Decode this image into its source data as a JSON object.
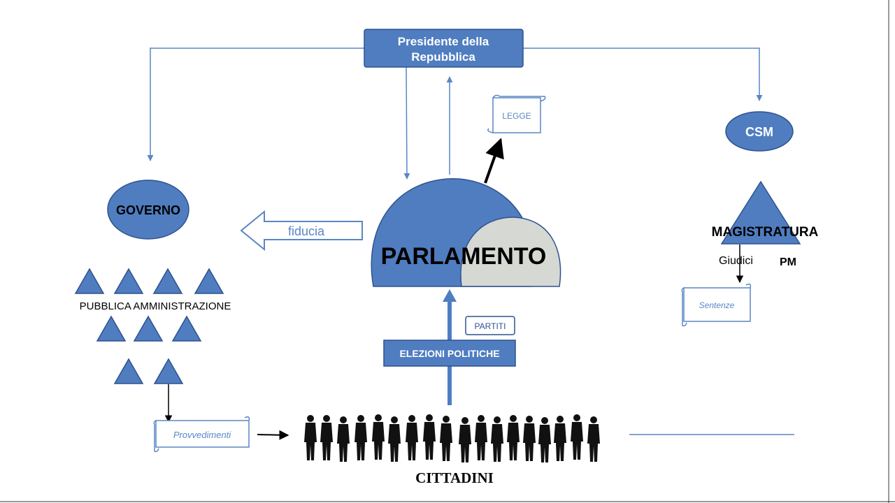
{
  "title": "Presidente della Repubblica",
  "legge": "LEGGE",
  "csm": "CSM",
  "governo": "GOVERNO",
  "fiducia": "fiducia",
  "parlamento": "PARLAMENTO",
  "magistratura": "MAGISTRATURA",
  "giudici": "Giudici",
  "pm": "PM",
  "pubblica_amministrazione": "PUBBLICA AMMINISTRAZIONE",
  "sentenze": "Sentenze",
  "partiti": "PARTITI",
  "elezioni_politiche": "ELEZIONI POLITICHE",
  "provvedimenti": "Provvedimenti",
  "cittadini": "CITTADINI",
  "colors": {
    "primary_blue": "#4f7dc0",
    "dark_blue_border": "#2f528f",
    "line_blue": "#5a86c4",
    "grey_dome": "#d6d8d4",
    "text_dark": "#111111",
    "text_blue": "#5a86c4"
  }
}
